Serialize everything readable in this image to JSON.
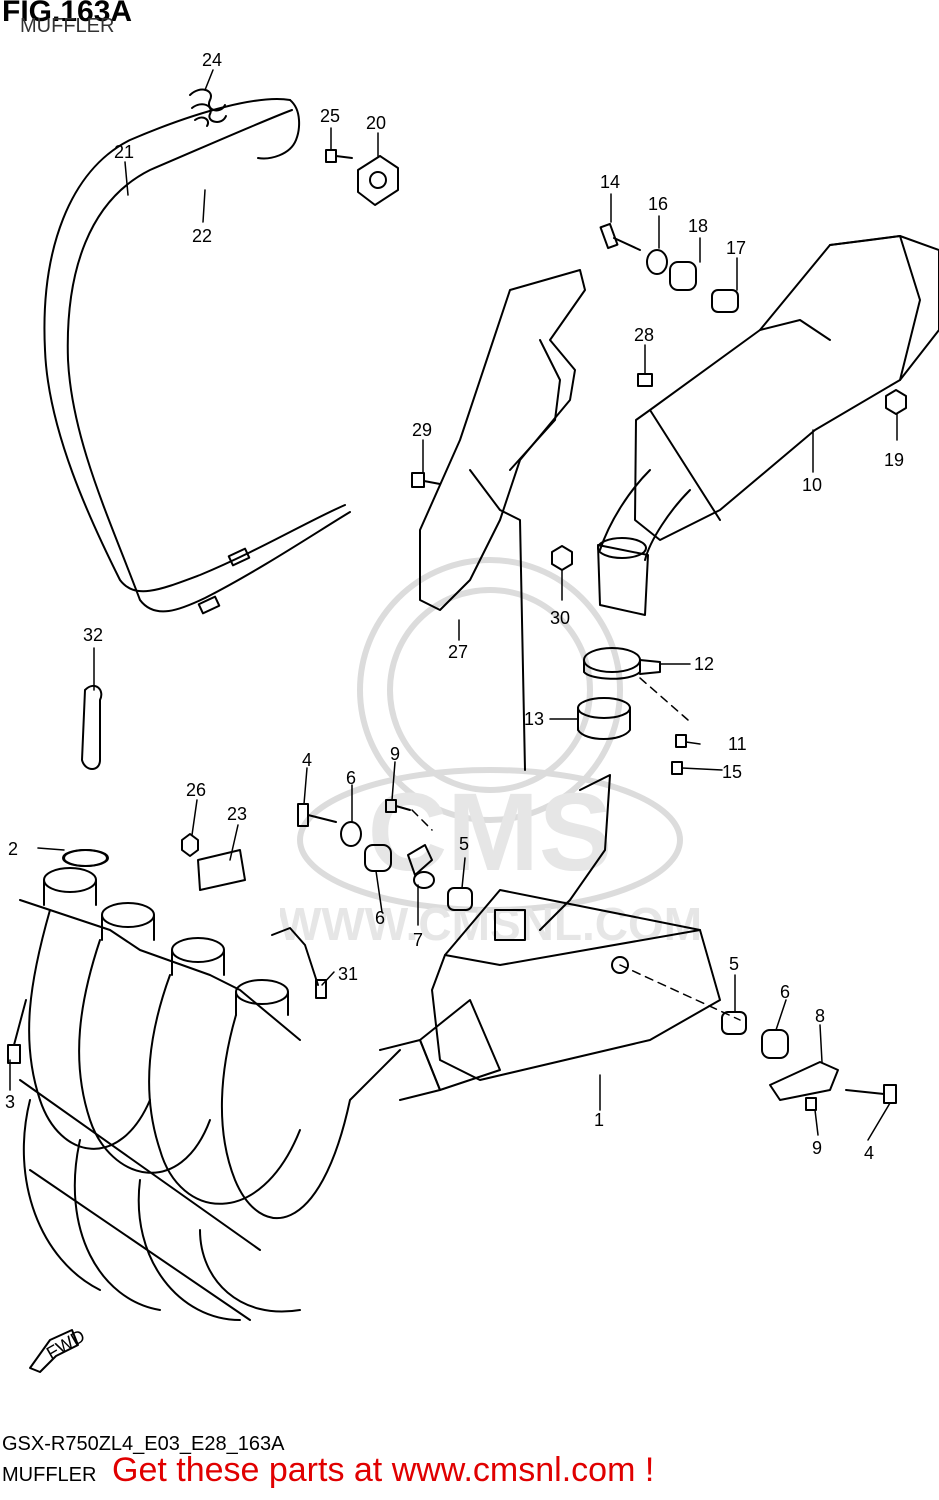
{
  "header": {
    "title": "FIG.163A",
    "subtitle": "MUFFLER"
  },
  "footer": {
    "model_code": "GSX-R750ZL4_E03_E28_163A",
    "section_name": "MUFFLER",
    "call_to_action": "Get these parts at www.cmsnl.com !"
  },
  "watermark": {
    "text": "WWW.CMSNL.COM",
    "logo_text": "CMS"
  },
  "diagram": {
    "fwd_label": "FWD",
    "callouts": [
      "1",
      "2",
      "3",
      "4",
      "4",
      "5",
      "5",
      "6",
      "6",
      "6",
      "7",
      "8",
      "9",
      "9",
      "10",
      "11",
      "12",
      "13",
      "14",
      "15",
      "16",
      "17",
      "18",
      "19",
      "20",
      "21",
      "22",
      "23",
      "24",
      "25",
      "26",
      "27",
      "28",
      "29",
      "30",
      "31",
      "32"
    ]
  },
  "colors": {
    "ink": "#000000",
    "cta": "#e00000",
    "watermark": "#d9d9d9"
  }
}
